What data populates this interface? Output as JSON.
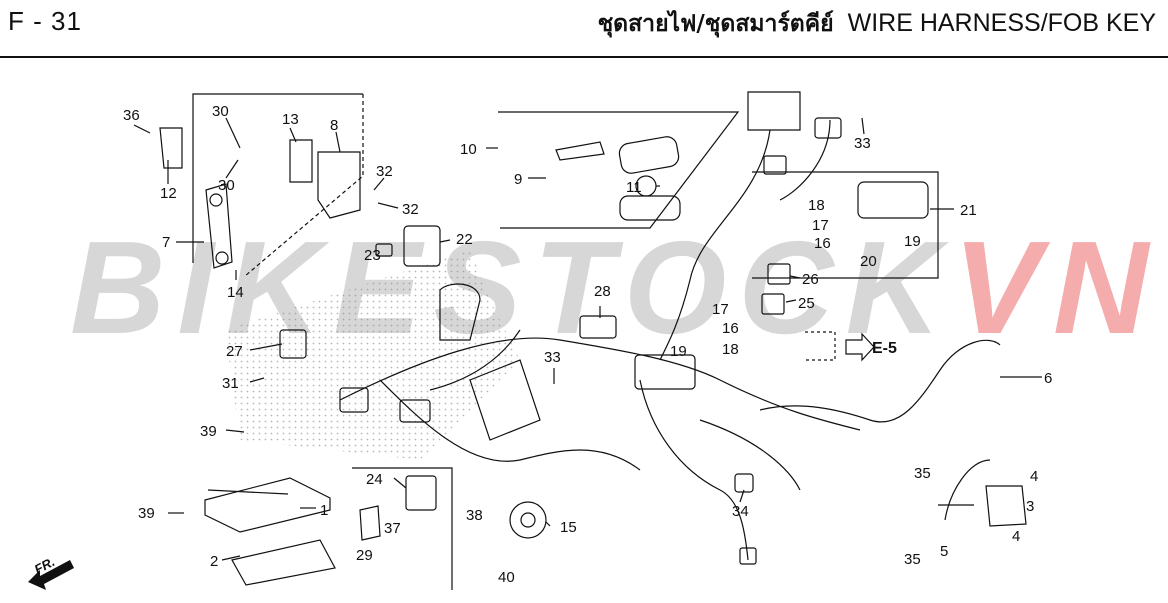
{
  "header": {
    "page_code": "F - 31",
    "title_thai": "ชุดสายไฟ/ชุดสมาร์ตคีย์",
    "title_en": "WIRE HARNESS/FOB KEY"
  },
  "watermark": {
    "part_a": "BIKESTOCK",
    "part_b": "VN",
    "color_a": "#b7b7b7",
    "color_b": "#ee6a6a"
  },
  "callouts": {
    "c36": "36",
    "c12": "12",
    "c30a": "30",
    "c30b": "30",
    "c13": "13",
    "c8": "8",
    "c32a": "32",
    "c32b": "32",
    "c7": "7",
    "c14": "14",
    "c10": "10",
    "c9": "9",
    "c11": "11",
    "c33a": "33",
    "c23": "23",
    "c22": "22",
    "c18a": "18",
    "c17a": "17",
    "c16a": "16",
    "c21": "21",
    "c19a": "19",
    "c20": "20",
    "c26": "26",
    "c25": "25",
    "c28": "28",
    "c17b": "17",
    "c16b": "16",
    "c19b": "19",
    "c18b": "18",
    "c27": "27",
    "c31": "31",
    "c33b": "33",
    "c6": "6",
    "c39a": "39",
    "c39b": "39",
    "c1": "1",
    "c2": "2",
    "c24": "24",
    "c37": "37",
    "c29": "29",
    "c38": "38",
    "c15": "15",
    "c40": "40",
    "c34": "34",
    "c35a": "35",
    "c35b": "35",
    "c4a": "4",
    "c4b": "4",
    "c3": "3",
    "c5": "5"
  },
  "reference": {
    "label": "E-5"
  },
  "direction": {
    "label": "FR."
  }
}
